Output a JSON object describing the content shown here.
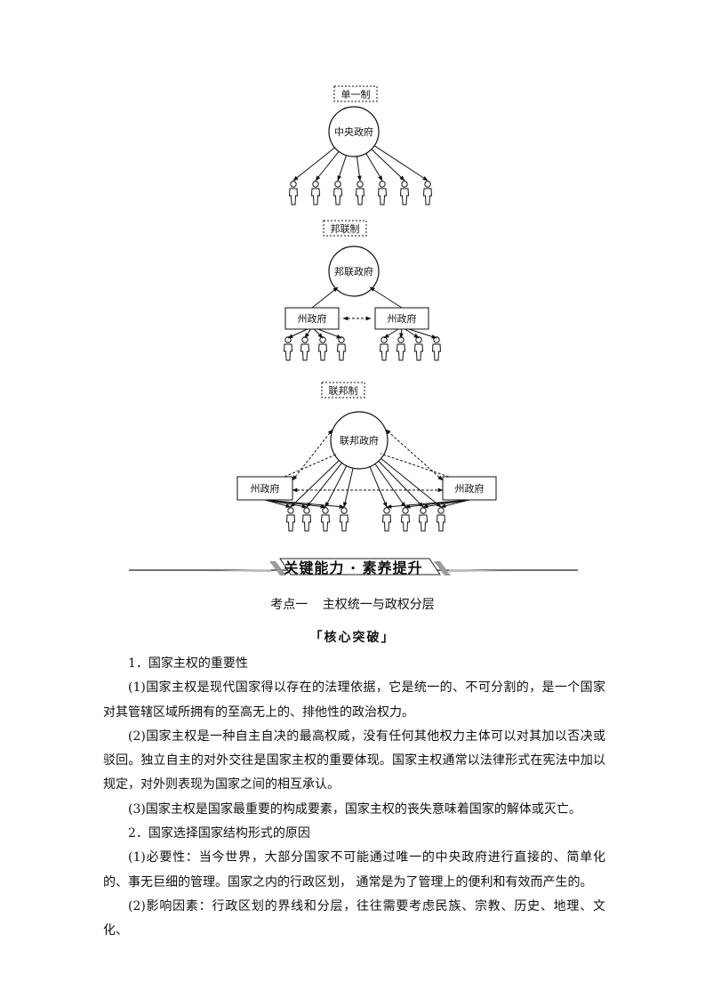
{
  "diagram": {
    "unitary": {
      "label": "单一制",
      "center": "中央政府"
    },
    "confederation": {
      "label": "邦联制",
      "center": "邦联政府",
      "state_left": "州政府",
      "state_right": "州政府"
    },
    "federation": {
      "label": "联邦制",
      "center": "联邦政府",
      "state_left": "州政府",
      "state_right": "州政府"
    },
    "person_icon": "person-icon"
  },
  "banner": {
    "title": "关键能力 · 素养提升"
  },
  "section": {
    "number": "考点一",
    "title": "主权统一与政权分层"
  },
  "core": {
    "title": "「核心突破」"
  },
  "paragraphs": [
    "1．国家主权的重要性",
    "(1)国家主权是现代国家得以存在的法理依据，它是统一的、不可分割的，是一个国家对其管辖区域所拥有的至高无上的、排他性的政治权力。",
    "(2)国家主权是一种自主自决的最高权威，没有任何其他权力主体可以对其加以否决或驳回。独立自主的对外交往是国家主权的重要体现。国家主权通常以法律形式在宪法中加以规定，对外则表现为国家之间的相互承认。",
    "(3)国家主权是国家最重要的构成要素，国家主权的丧失意味着国家的解体或灭亡。",
    "2．国家选择国家结构形式的原因",
    "(1)必要性：当今世界，大部分国家不可能通过唯一的中央政府进行直接的、简单化的、事无巨细的管理。国家之内的行政区划， 通常是为了管理上的便利和有效而产生的。",
    "(2)影响因素：行政区划的界线和分层，往往需要考虑民族、宗教、历史、地理、文化、"
  ]
}
